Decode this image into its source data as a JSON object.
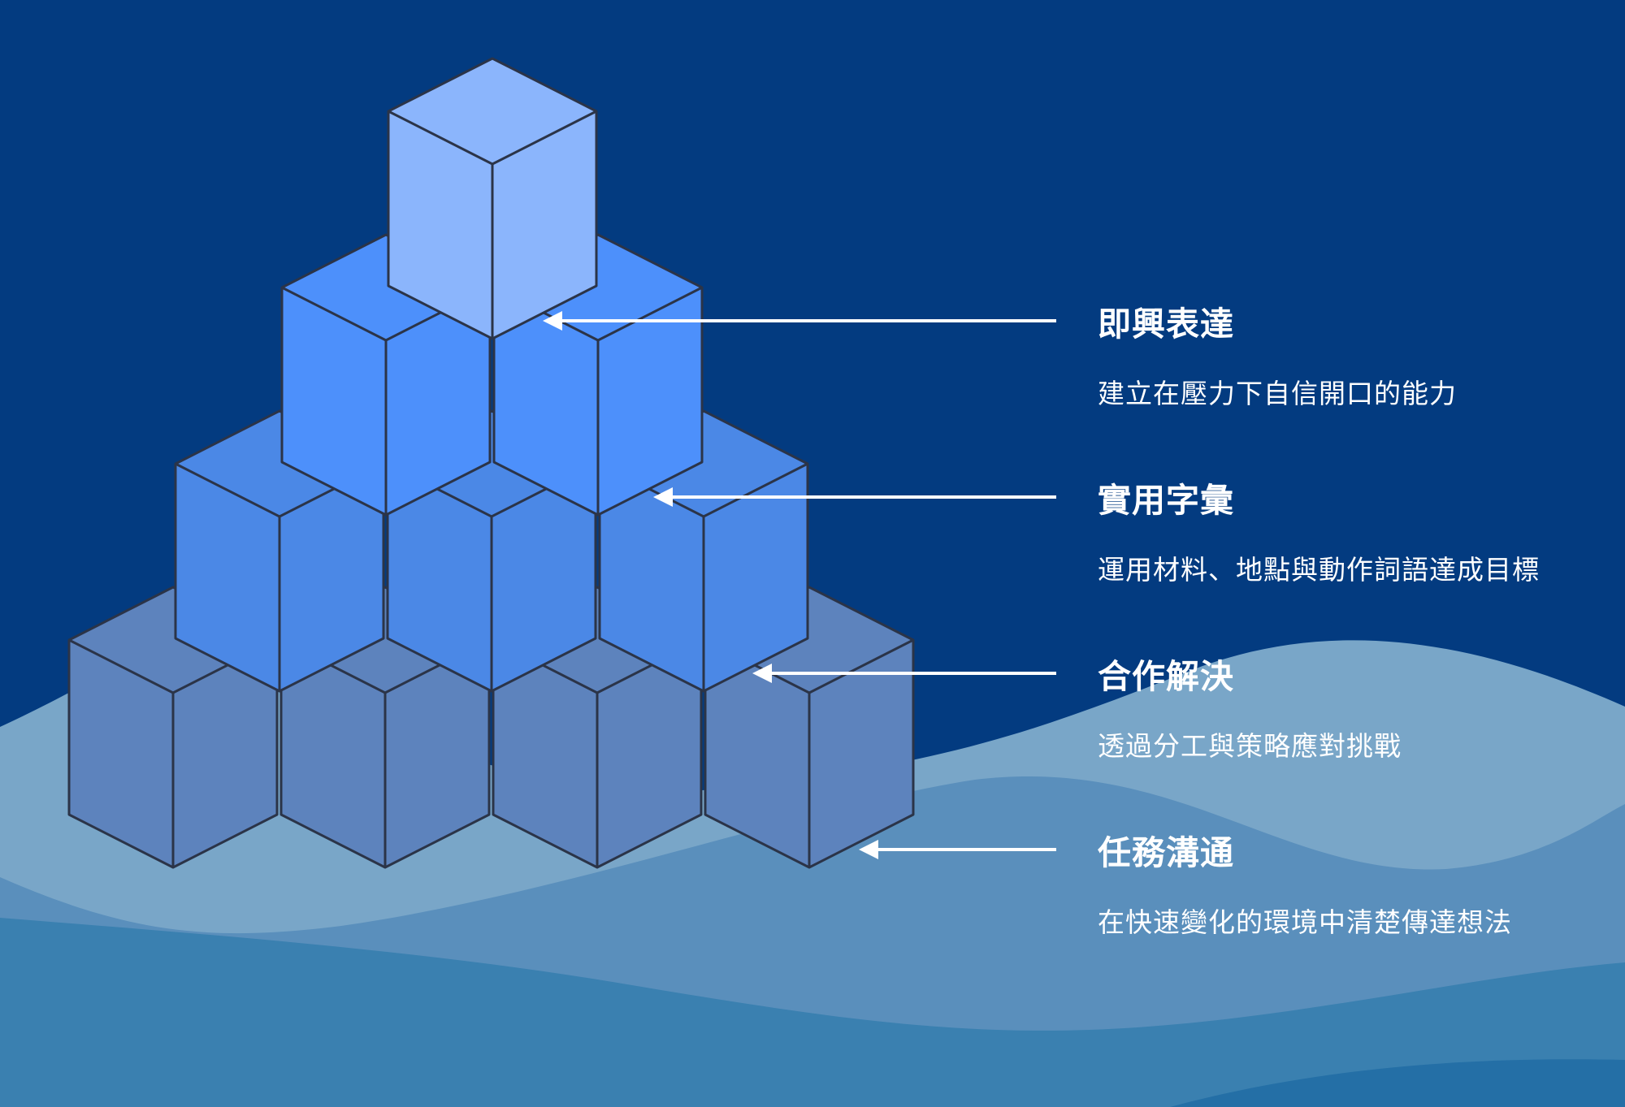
{
  "colors": {
    "background": "#033b80",
    "wave_light": "#79a6c8",
    "wave_mid": "#5a8fbc",
    "wave_dark": "#3a80b0",
    "wave_deep": "#246fa6",
    "cube_top_tier": "#8bb5fc",
    "cube_tier_2": "#4d90fb",
    "cube_tier_3": "#4b88e6",
    "cube_base_tier": "#5d83bd",
    "cube_edge": "#2b3448",
    "arrow": "#ffffff",
    "text": "#ffffff"
  },
  "pyramid": {
    "tiers": [
      {
        "level": "top",
        "cubes": 1,
        "color_key": "cube_top_tier"
      },
      {
        "level": "second",
        "cubes": 2,
        "color_key": "cube_tier_2"
      },
      {
        "level": "third",
        "cubes": 3,
        "color_key": "cube_tier_3"
      },
      {
        "level": "base",
        "cubes": 4,
        "color_key": "cube_base_tier"
      }
    ]
  },
  "items": [
    {
      "title": "即興表達",
      "desc": "建立在壓力下自信開口的能力"
    },
    {
      "title": "實用字彙",
      "desc": "運用材料、地點與動作詞語達成目標"
    },
    {
      "title": "合作解決",
      "desc": "透過分工與策略應對挑戰"
    },
    {
      "title": "任務溝通",
      "desc": "在快速變化的環境中清楚傳達想法"
    }
  ]
}
